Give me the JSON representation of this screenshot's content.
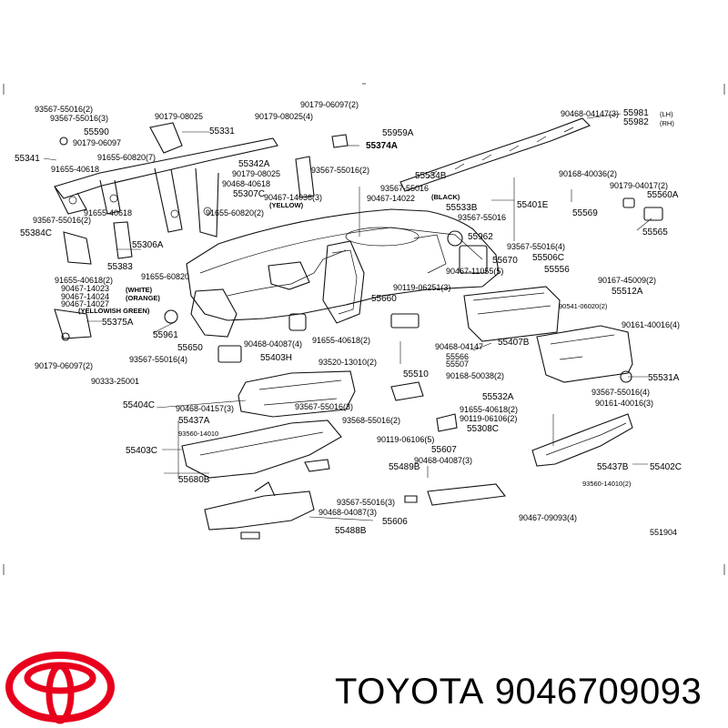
{
  "labels": [
    {
      "text": "93567-55016(2)"
    },
    {
      "text": "93567-55016(3)"
    },
    {
      "text": "90179-08025"
    },
    {
      "text": "55590"
    },
    {
      "text": "90179-06097"
    },
    {
      "text": "55341"
    },
    {
      "text": "91655-40618"
    },
    {
      "text": "91655-60820(7)"
    },
    {
      "text": "55331"
    },
    {
      "text": "90179-06097(2)"
    },
    {
      "text": "90179-08025(4)"
    },
    {
      "text": "55959A"
    },
    {
      "text": "55374A"
    },
    {
      "text": "90468-04147(3)"
    },
    {
      "text": "55981"
    },
    {
      "text": "(LH)"
    },
    {
      "text": "55982"
    },
    {
      "text": "(RH)"
    },
    {
      "text": "55342A"
    },
    {
      "text": "90179-08025"
    },
    {
      "text": "90468-40618"
    },
    {
      "text": "55307C"
    },
    {
      "text": "93567-55016(2)"
    },
    {
      "text": "90467-14036(3)"
    },
    {
      "text": "(YELLOW)"
    },
    {
      "text": "55534B"
    },
    {
      "text": "93567-55016"
    },
    {
      "text": "90467-14022"
    },
    {
      "text": "(BLACK)"
    },
    {
      "text": "55533B"
    },
    {
      "text": "93567-55016"
    },
    {
      "text": "55401E"
    },
    {
      "text": "90168-40036(2)"
    },
    {
      "text": "90179-04017(2)"
    },
    {
      "text": "55560A"
    },
    {
      "text": "55569"
    },
    {
      "text": "55565"
    },
    {
      "text": "93567-55016(2)"
    },
    {
      "text": "91655-40618"
    },
    {
      "text": "91655-60820(2)"
    },
    {
      "text": "55384C"
    },
    {
      "text": "55306A"
    },
    {
      "text": "55962"
    },
    {
      "text": "93567-55016(4)"
    },
    {
      "text": "55506C"
    },
    {
      "text": "55670"
    },
    {
      "text": "55383"
    },
    {
      "text": "91655-60820"
    },
    {
      "text": "90467-11055(5)"
    },
    {
      "text": "55556"
    },
    {
      "text": "91655-40618(2)"
    },
    {
      "text": "90467-14023"
    },
    {
      "text": "90467-14024"
    },
    {
      "text": "90467-14027"
    },
    {
      "text": "(WHITE)"
    },
    {
      "text": "(ORANGE)"
    },
    {
      "text": "(YELLOWISH GREEN)"
    },
    {
      "text": "90119-06251(3)"
    },
    {
      "text": "90167-45009(2)"
    },
    {
      "text": "55512A"
    },
    {
      "text": "55660"
    },
    {
      "text": "90541-06020(2)"
    },
    {
      "text": "55375A"
    },
    {
      "text": "55961"
    },
    {
      "text": "90161-40016(4)"
    },
    {
      "text": "91655-40618(2)"
    },
    {
      "text": "55407B"
    },
    {
      "text": "90468-04087(4)"
    },
    {
      "text": "93567-55016(4)"
    },
    {
      "text": "55650"
    },
    {
      "text": "90468-04147"
    },
    {
      "text": "55403H"
    },
    {
      "text": "55566"
    },
    {
      "text": "55507"
    },
    {
      "text": "55531A"
    },
    {
      "text": "90179-06097(2)"
    },
    {
      "text": "90333-25001"
    },
    {
      "text": "93520-13010(2)"
    },
    {
      "text": "55510"
    },
    {
      "text": "90168-50038(2)"
    },
    {
      "text": "93567-55016(4)"
    },
    {
      "text": "55404C"
    },
    {
      "text": "90468-04157(3)"
    },
    {
      "text": "93567-55016(3)"
    },
    {
      "text": "55532A"
    },
    {
      "text": "91655-40618(2)"
    },
    {
      "text": "90161-40016(3)"
    },
    {
      "text": "55437A"
    },
    {
      "text": "93568-55016(2)"
    },
    {
      "text": "90119-06106(2)"
    },
    {
      "text": "93560-14010"
    },
    {
      "text": "55308C"
    },
    {
      "text": "55403C"
    },
    {
      "text": "90119-06106(5)"
    },
    {
      "text": "55607"
    },
    {
      "text": "90468-04087(3)"
    },
    {
      "text": "55489B"
    },
    {
      "text": "55437B"
    },
    {
      "text": "55402C"
    },
    {
      "text": "55680B"
    },
    {
      "text": "93560-14010(2)"
    },
    {
      "text": "93567-55016(3)"
    },
    {
      "text": "90468-04087(3)"
    },
    {
      "text": "55606"
    },
    {
      "text": "90467-09093(4)"
    },
    {
      "text": "55488B"
    },
    {
      "text": "551904"
    }
  ],
  "brand": {
    "name": "TOYOTA",
    "part_number": "9046709093",
    "logo_color": "#e8001c"
  }
}
